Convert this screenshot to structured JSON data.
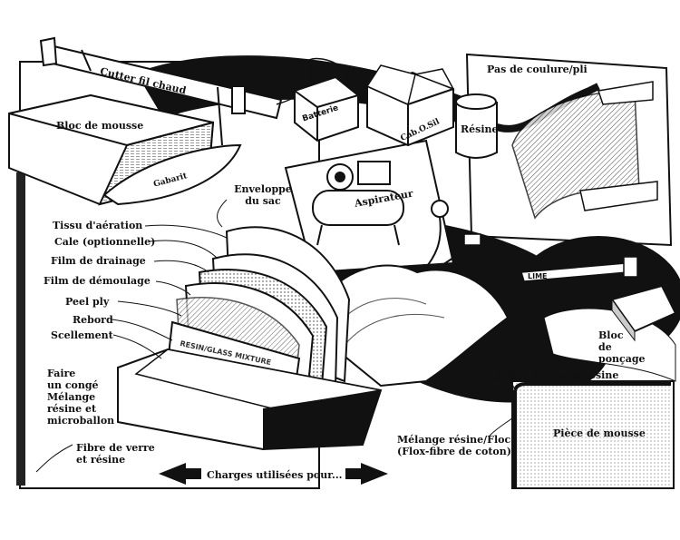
{
  "labels": {
    "cutter": "Cutter fil chaud",
    "bloc_mousse": "Bloc de mousse",
    "gabarit": "Gabarit",
    "batterie": "Batterie",
    "cabosil": "Cab.O.Sil",
    "pas_coulure": "Pas de coulure/pli",
    "resine": "Résine",
    "aspirateur": "Aspirateur",
    "enveloppe": "Enveloppe\ndu sac",
    "tissu_aeration": "Tissu d'aération",
    "cale": "Cale (optionnelle)",
    "film_drainage": "Film de drainage",
    "film_demoulage": "Film de démoulage",
    "peel_ply": "Peel ply",
    "rebord": "Rebord",
    "scellement": "Scellement",
    "conge": "Faire\nun congé\nMélange\nrésine et\nmicroballon",
    "fibre_verre_resine_left": "Fibre de verre\net résine",
    "charges": "Charges utilisées pour...",
    "lime": "LIME",
    "bloc_poncage": "Bloc\nde\nponçage",
    "fibre_verre_resine_right": "Fibre de verre/Résine",
    "melange_floc": "Mélange résine/Floc\n(Flox-fibre de coton)",
    "piece_mousse": "Pièce de mousse",
    "tissu_marking": "RESIN/GLASS MIXTURE"
  },
  "colors": {
    "ink": "#111111",
    "paper": "#ffffff",
    "shade": "#bdbdbd"
  }
}
